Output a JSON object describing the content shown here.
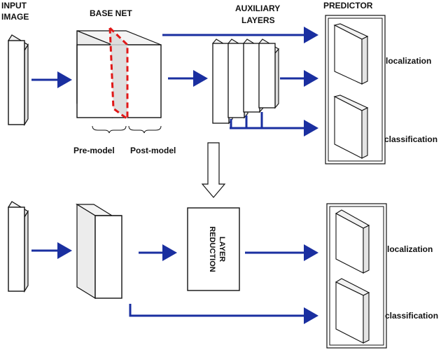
{
  "labels": {
    "input_image_line1": "INPUT",
    "input_image_line2": "IMAGE",
    "base_net": "BASE NET",
    "auxiliary_line1": "AUXILIARY",
    "auxiliary_line2": "LAYERS",
    "predictor": "PREDICTOR",
    "pre_model": "Pre-model",
    "post_model": "Post-model",
    "localization_top": "localization",
    "classification_top": "classification",
    "reduction_line1": "REDUCTION",
    "reduction_line2": "LAYER",
    "localization_bottom": "localization",
    "classification_bottom": "classification"
  },
  "colors": {
    "arrow": "#1a2fa0",
    "split_line": "#e01818",
    "split_fill": "#d8d8d8",
    "outline": "#111111",
    "block_side": "#e8e8e8"
  }
}
